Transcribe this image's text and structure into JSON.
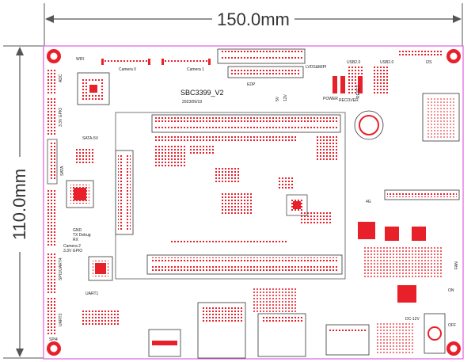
{
  "dimensions": {
    "width_label": "150.0mm",
    "height_label": "110.0mm"
  },
  "board": {
    "name": "SBC3399_V2",
    "date": "2023/09/19"
  },
  "labels": {
    "camera0": "Camera 0",
    "camera1": "Camera 1",
    "lvds_mipi": "LVDS&MIPI",
    "edp": "EDP",
    "usb2_a": "USB2.0",
    "usb2_b": "USB2.0",
    "i2s": "I2S",
    "power": "POWER",
    "recover": "RECOVER",
    "reset": "RESET",
    "v5": "5V",
    "v12": "12V",
    "wifi": "WIFI",
    "adc": "ADC",
    "gpio_33v": "3.3V GPIO",
    "sata_5v": "SATA-5V",
    "sata": "SATA",
    "gnd": "GND",
    "tx_debug": "TX Debug",
    "rx": "RX",
    "camera2": "Camera 2",
    "gpio_33v_b": "3.3V GPIO",
    "spi_uart4": "SPI1/UART4",
    "uart1": "UART1",
    "uart3": "UART3",
    "spi4": "SPI4",
    "lte": "4G",
    "dc12v": "DC-12V",
    "on": "ON",
    "off": "OFF",
    "fan": "FAN"
  },
  "colors": {
    "pad": "#e8202a",
    "board_outline": "#e060e0",
    "silkscreen": "#222222",
    "dimension": "#333333"
  }
}
